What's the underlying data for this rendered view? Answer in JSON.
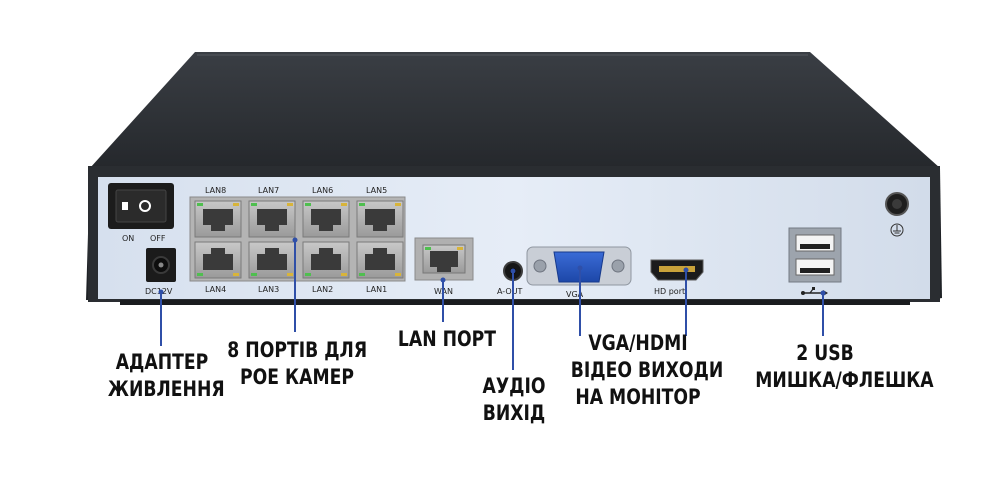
{
  "device_labels": {
    "power_on": "ON",
    "power_off": "OFF",
    "dc": "DC12V",
    "lan_top": [
      "LAN8",
      "LAN7",
      "LAN6",
      "LAN5"
    ],
    "lan_bottom": [
      "LAN4",
      "LAN3",
      "LAN2",
      "LAN1"
    ],
    "wan": "WAN",
    "aout": "A-OUT",
    "vga": "VGA",
    "hdport": "HD port"
  },
  "callouts": {
    "power_adapter": [
      "АДАПТЕР",
      "ЖИВЛЕННЯ"
    ],
    "poe_ports": [
      "8 ПОРТІВ ДЛЯ",
      "POE КАМЕР"
    ],
    "lan_port": [
      "LAN ПОРТ"
    ],
    "audio_out": [
      "АУДІО",
      "ВИХІД"
    ],
    "video_out": [
      "VGA/HDMI",
      "ВІДЕО ВИХОДИ",
      "НА МОНІТОР"
    ],
    "usb": [
      "2 USB",
      "МИШКА/ФЛЕШКА"
    ]
  },
  "colors": {
    "accent": "#2f4fa8",
    "chassis": "#2c2f33",
    "panel": "#dfe8f4"
  }
}
